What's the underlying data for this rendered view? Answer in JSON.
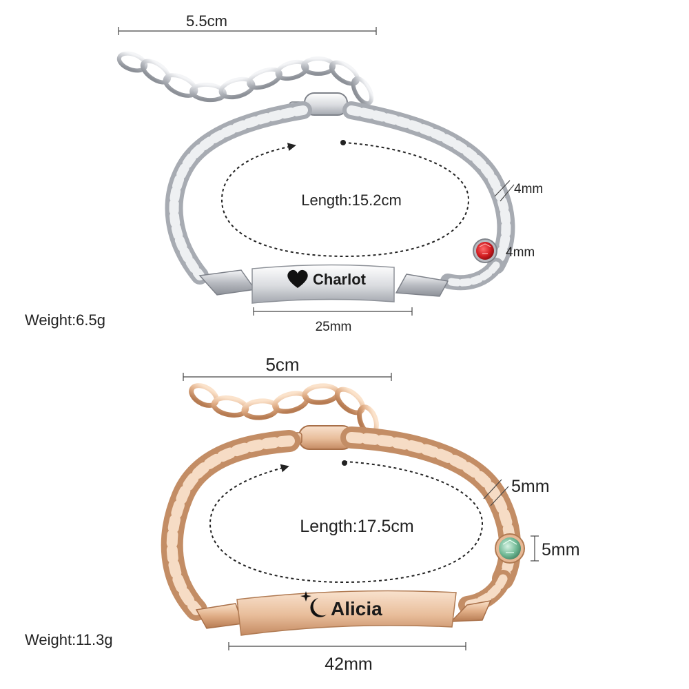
{
  "top_bracelet": {
    "extender_length": "5.5cm",
    "length": "Length:15.2cm",
    "link_width": "4mm",
    "stone_size": "4mm",
    "plate_width": "25mm",
    "weight": "Weight:6.5g",
    "engraving": "Charlot",
    "engraving_icon": "heart-icon",
    "metal_color": "#c9ccd1",
    "stone_color": "#d01a1f"
  },
  "bottom_bracelet": {
    "extender_length": "5cm",
    "length": "Length:17.5cm",
    "link_width": "5mm",
    "stone_size": "5mm",
    "plate_width": "42mm",
    "weight": "Weight:11.3g",
    "engraving": "Alicia",
    "engraving_icon": "moon-star-icon",
    "metal_color": "#e3b48f",
    "stone_color": "#6fb894"
  }
}
